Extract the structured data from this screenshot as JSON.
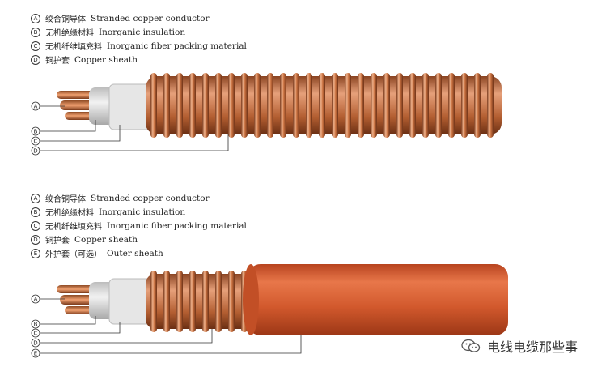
{
  "legend_top": [
    {
      "tag": "A",
      "cn": "绞合铜导体",
      "en": "Stranded copper conductor"
    },
    {
      "tag": "B",
      "cn": "无机绝缘材料",
      "en": "Inorganic insulation"
    },
    {
      "tag": "C",
      "cn": "无机纤维填充料",
      "en": "Inorganic fiber packing material"
    },
    {
      "tag": "D",
      "cn": "铜护套",
      "en": "Copper sheath"
    }
  ],
  "legend_bottom": [
    {
      "tag": "A",
      "cn": "绞合铜导体",
      "en": "Stranded copper conductor"
    },
    {
      "tag": "B",
      "cn": "无机绝缘材料",
      "en": "Inorganic insulation"
    },
    {
      "tag": "C",
      "cn": "无机纤维填充料",
      "en": "Inorganic fiber packing material"
    },
    {
      "tag": "D",
      "cn": "铜护套",
      "en": "Copper sheath"
    },
    {
      "tag": "E",
      "cn": "外护套（可选）",
      "en": "Outer sheath"
    }
  ],
  "callouts_top": [
    "A",
    "B",
    "C",
    "D"
  ],
  "callouts_bottom": [
    "A",
    "B",
    "C",
    "D",
    "E"
  ],
  "watermark": {
    "text": "电线电缆那些事",
    "icon": "wechat-icon"
  },
  "colors": {
    "copper": "#c8703f",
    "outer_sheath": "#d2592d",
    "insulation": "#d9d9d9"
  }
}
